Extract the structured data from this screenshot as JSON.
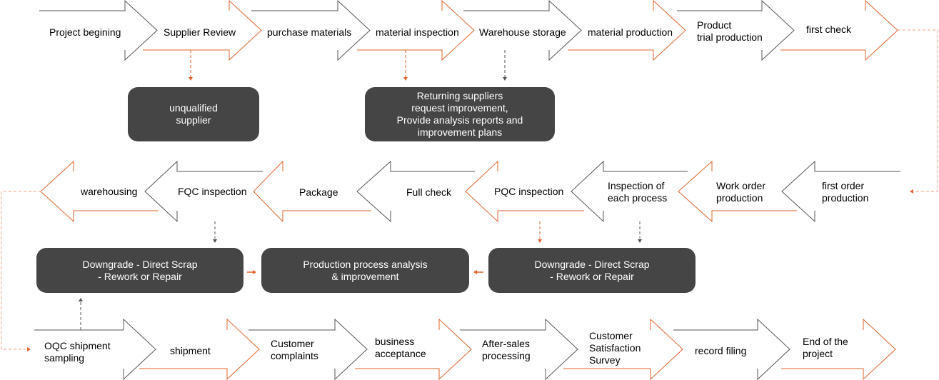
{
  "colors": {
    "orange": "#e0632a",
    "gray": "#555555",
    "box": "#454545",
    "dashed_orange": "#f0a07a"
  },
  "rows": {
    "top": [
      {
        "label": "Project begining",
        "style": "gray"
      },
      {
        "label": "Supplier Review",
        "style": "orange"
      },
      {
        "label": "purchase materials",
        "style": "gray"
      },
      {
        "label": "material inspection",
        "style": "orange"
      },
      {
        "label": "Warehouse storage",
        "style": "gray"
      },
      {
        "label": "material production",
        "style": "orange"
      },
      {
        "label": "Product\ntrial production",
        "style": "gray"
      },
      {
        "label": "first check",
        "style": "orange"
      }
    ],
    "middle": [
      {
        "label": "warehousing",
        "style": "orange"
      },
      {
        "label": "FQC inspection",
        "style": "gray"
      },
      {
        "label": "Package",
        "style": "orange"
      },
      {
        "label": "Full check",
        "style": "gray"
      },
      {
        "label": "PQC inspection",
        "style": "orange"
      },
      {
        "label": "Inspection of\neach process",
        "style": "gray"
      },
      {
        "label": "Work order\nproduction",
        "style": "orange"
      },
      {
        "label": "first order\nproduction",
        "style": "gray"
      }
    ],
    "bottom": [
      {
        "label": "OQC shipment\nsampling",
        "style": "gray"
      },
      {
        "label": "shipment",
        "style": "orange"
      },
      {
        "label": "Customer\ncomplaints",
        "style": "gray"
      },
      {
        "label": "business\nacceptance",
        "style": "orange"
      },
      {
        "label": "After-sales\nprocessing",
        "style": "gray"
      },
      {
        "label": "Customer\nSatisfaction\nSurvey",
        "style": "orange"
      },
      {
        "label": "record filing",
        "style": "gray"
      },
      {
        "label": "End of the\nproject",
        "style": "orange"
      }
    ]
  },
  "boxes": {
    "unqualified": "unqualified\nsupplier",
    "returning": "Returning suppliers\nrequest improvement,\nProvide analysis reports and\nimprovement plans",
    "downgrade_left": "Downgrade - Direct Scrap\n- Rework or Repair",
    "process_analysis": "Production process analysis\n& improvement",
    "downgrade_right": "Downgrade - Direct Scrap\n- Rework or Repair"
  }
}
